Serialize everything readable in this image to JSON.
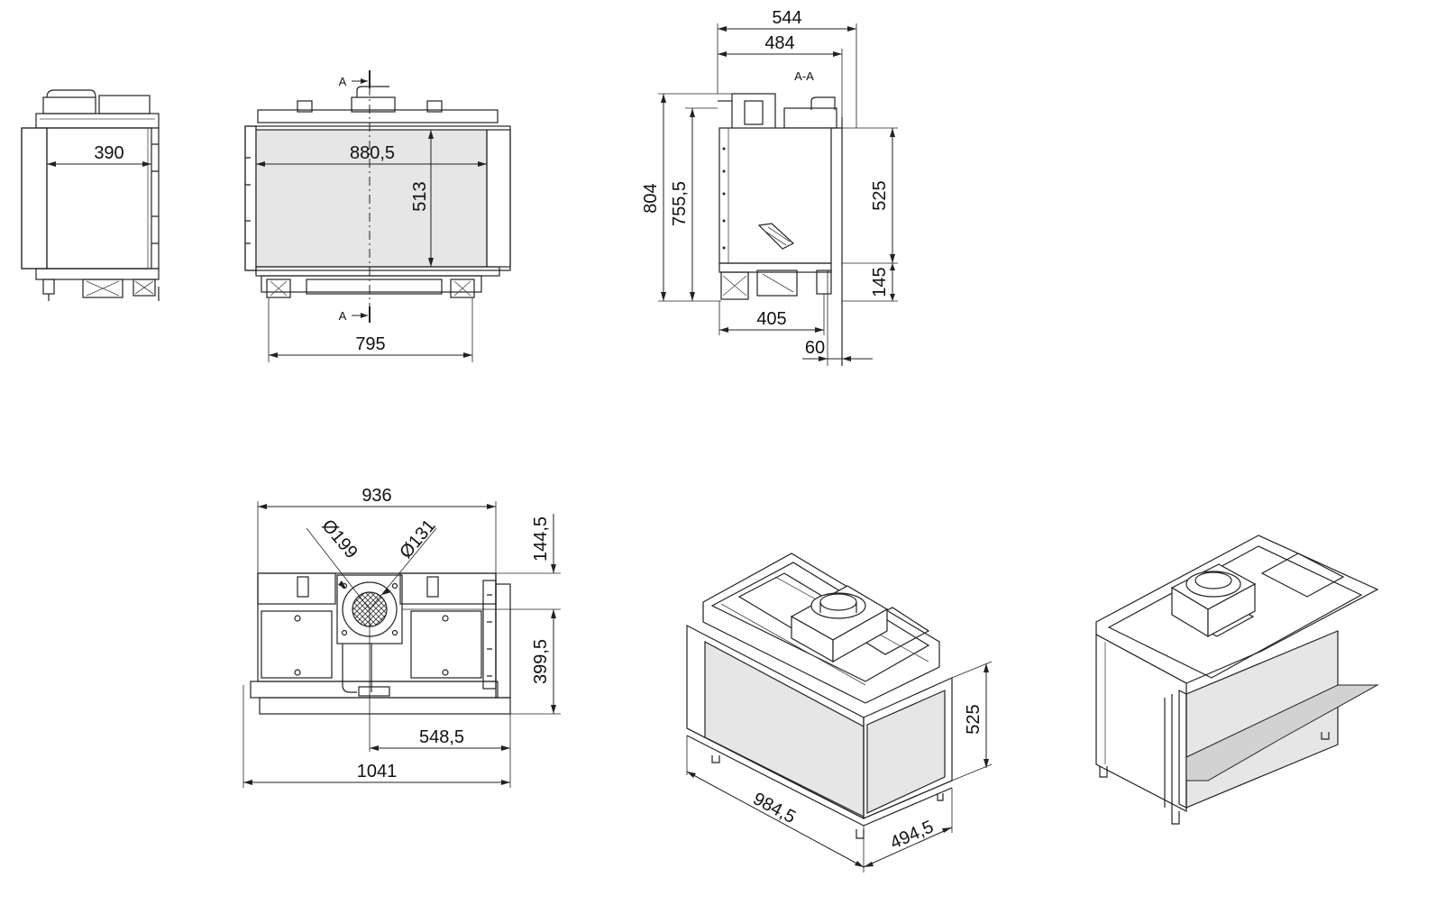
{
  "views": {
    "side": {
      "width_dim": "390"
    },
    "front": {
      "inner_width_dim": "880,5",
      "height_dim": "513",
      "base_width_dim": "795",
      "section_mark_top": "A",
      "section_mark_bottom": "A"
    },
    "section": {
      "title": "A-A",
      "overall_depth_dim": "544",
      "body_depth_dim": "484",
      "overall_height_dim": "804",
      "top_height_dim": "755,5",
      "glass_height_dim": "525",
      "leg_height_dim": "145",
      "base_depth_dim": "405",
      "offset_dim": "60"
    },
    "top": {
      "width_dim": "936",
      "outer_diameter_dim": "Ø199",
      "inner_diameter_dim": "Ø131",
      "offset_top_dim": "144,5",
      "depth_dim": "399,5",
      "flue_offset_dim": "548,5",
      "overall_width_dim": "1041"
    },
    "iso": {
      "width_dim": "984,5",
      "depth_dim": "494,5",
      "height_dim": "525"
    }
  }
}
